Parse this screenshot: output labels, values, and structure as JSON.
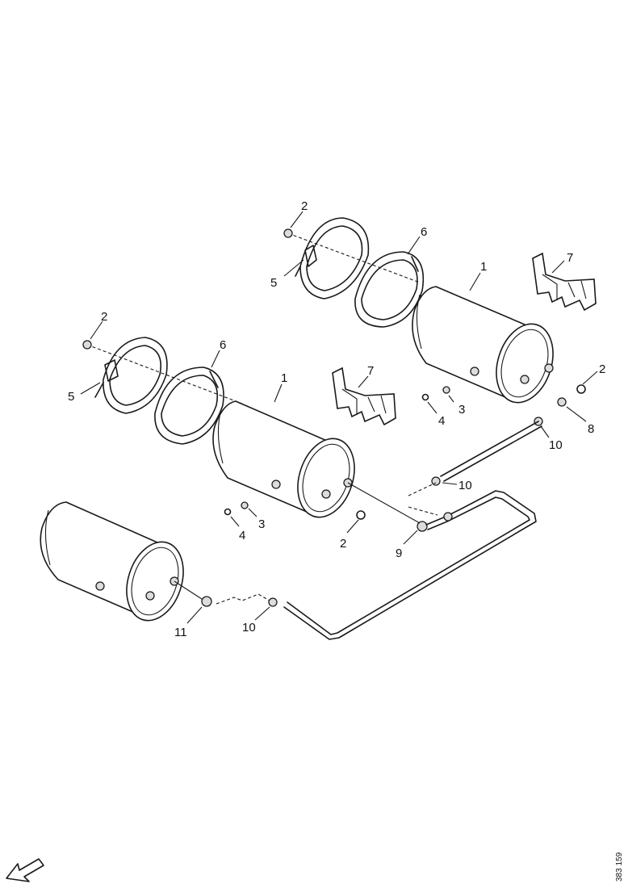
{
  "diagram": {
    "reference_code": "383 159",
    "callouts": {
      "a_1": "1",
      "a_2_top": "2",
      "a_2_right": "2",
      "a_3": "3",
      "a_4": "4",
      "a_5": "5",
      "a_6": "6",
      "a_7": "7",
      "a_8": "8",
      "a_10_right": "10",
      "b_1": "1",
      "b_2_top": "2",
      "b_2_bottom": "2",
      "b_3": "3",
      "b_4": "4",
      "b_5": "5",
      "b_6": "6",
      "b_7": "7",
      "b_9": "9",
      "b_10": "10",
      "c_10": "10",
      "c_11": "11"
    },
    "icons": {
      "direction": "arrow-icon"
    }
  }
}
